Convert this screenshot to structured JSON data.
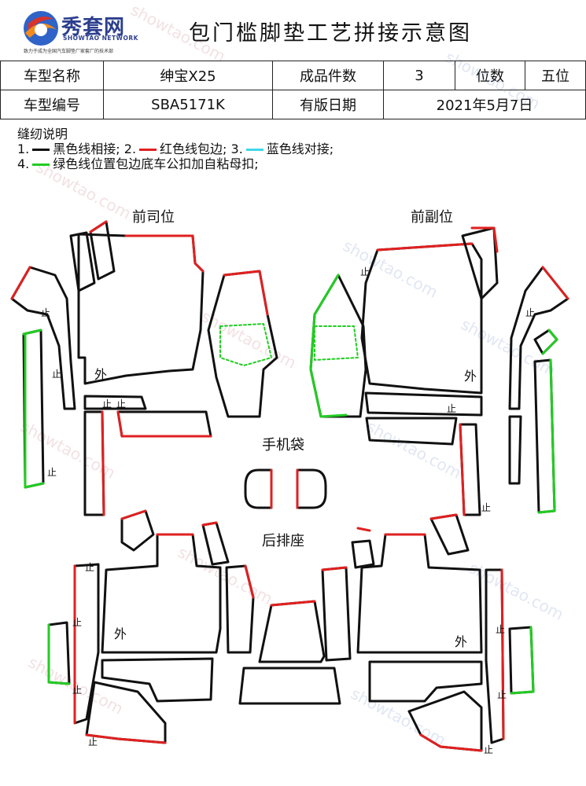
{
  "brand": {
    "name": "秀套网",
    "english": "SHOWTAO NETWORK",
    "slogan": "致力于成为全国汽车脚垫厂家套厂的技术部",
    "watermark": "showtao.com"
  },
  "title": "包门槛脚垫工艺拼接示意图",
  "info": {
    "model_name_label": "车型名称",
    "model_name": "绅宝X25",
    "piece_count_label": "成品件数",
    "piece_count": "3",
    "seats_label": "位数",
    "seats": "五位",
    "model_code_label": "车型编号",
    "model_code": "SBA5171K",
    "pattern_date_label": "有版日期",
    "pattern_date": "2021年5月7日"
  },
  "sewing": {
    "heading": "缝纫说明",
    "items": [
      {
        "num": "1.",
        "text": "黑色线相接;",
        "color": "#111111"
      },
      {
        "num": "2.",
        "text": "红色线包边;",
        "color": "#e02020"
      },
      {
        "num": "3.",
        "text": "蓝色线对接;",
        "color": "#40d8e8"
      },
      {
        "num": "4.",
        "text": "绿色线位置包边底车公扣加自粘母扣;",
        "color": "#22cc22"
      }
    ]
  },
  "labels": {
    "front_driver": "前司位",
    "front_passenger": "前副位",
    "phone_pocket": "手机袋",
    "rear_seat": "后排座",
    "outer": "外",
    "mark": "止"
  },
  "colors": {
    "black": "#111111",
    "red": "#e02020",
    "green": "#22cc22",
    "cyan": "#40d8e8"
  }
}
